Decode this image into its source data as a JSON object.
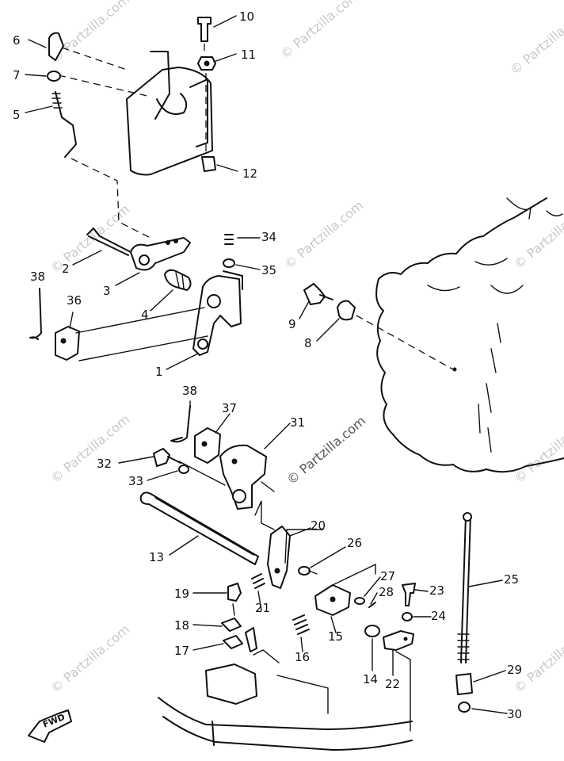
{
  "callouts": [
    {
      "label": "1"
    },
    {
      "label": "2"
    },
    {
      "label": "3"
    },
    {
      "label": "4"
    },
    {
      "label": "5"
    },
    {
      "label": "6"
    },
    {
      "label": "7"
    },
    {
      "label": "8"
    },
    {
      "label": "9"
    },
    {
      "label": "10"
    },
    {
      "label": "11"
    },
    {
      "label": "12"
    },
    {
      "label": "13"
    },
    {
      "label": "14"
    },
    {
      "label": "15"
    },
    {
      "label": "16"
    },
    {
      "label": "17"
    },
    {
      "label": "18"
    },
    {
      "label": "19"
    },
    {
      "label": "20"
    },
    {
      "label": "21"
    },
    {
      "label": "22"
    },
    {
      "label": "23"
    },
    {
      "label": "24"
    },
    {
      "label": "25"
    },
    {
      "label": "26"
    },
    {
      "label": "27"
    },
    {
      "label": "28"
    },
    {
      "label": "29"
    },
    {
      "label": "30"
    },
    {
      "label": "31"
    },
    {
      "label": "32"
    },
    {
      "label": "33"
    },
    {
      "label": "34"
    },
    {
      "label": "35"
    },
    {
      "label": "36"
    },
    {
      "label": "37"
    },
    {
      "label": "38"
    },
    {
      "label": "38"
    }
  ],
  "watermark": "© Partzilla.com",
  "fwd_label": "FWD",
  "colors": {
    "ink": "#111111",
    "watermark": "#c9c9c9",
    "background": "#ffffff"
  }
}
